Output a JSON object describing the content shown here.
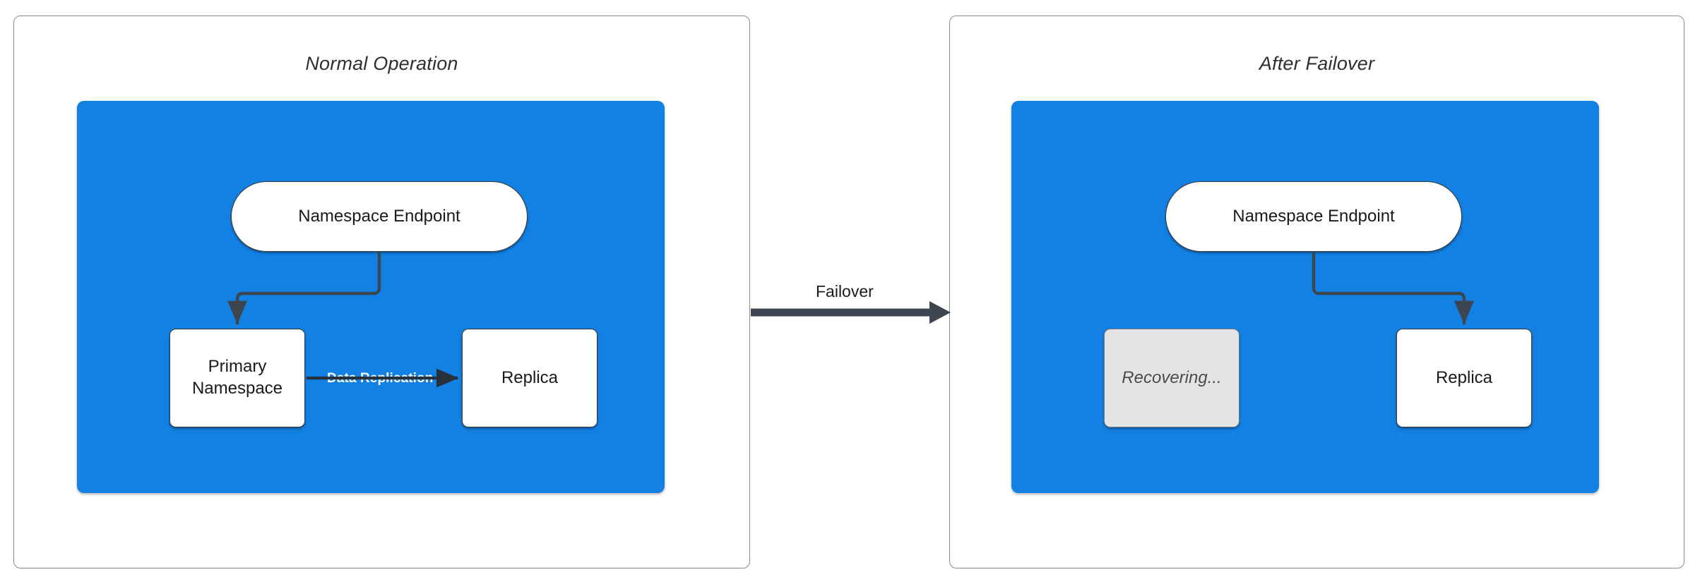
{
  "diagram": {
    "title_left": "Normal Operation",
    "title_right": "After Failover",
    "transition_label": "Failover",
    "colors": {
      "cluster_blue": "#1380E3",
      "node_white": "#FFFFFF",
      "node_muted_gray": "#E2E4E6",
      "edge_dark": "#3C4550",
      "panel_border": "#8A8A8A",
      "title_text": "#2F2F2F",
      "edge_label_white": "#FFFFFF"
    }
  },
  "panels": [
    {
      "id": "normal-operation",
      "title": "Normal Operation",
      "nodes": [
        {
          "id": "endpoint",
          "label": "Namespace Endpoint",
          "shape": "stadium",
          "state": "active"
        },
        {
          "id": "primary",
          "label": "Primary\nNamespace",
          "shape": "rect",
          "state": "active"
        },
        {
          "id": "replica",
          "label": "Replica",
          "shape": "rect",
          "state": "active"
        }
      ],
      "edges": [
        {
          "from": "endpoint",
          "to": "primary",
          "label": ""
        },
        {
          "from": "primary",
          "to": "replica",
          "label": "Data Replication"
        }
      ]
    },
    {
      "id": "after-failover",
      "title": "After Failover",
      "nodes": [
        {
          "id": "endpoint",
          "label": "Namespace Endpoint",
          "shape": "stadium",
          "state": "active"
        },
        {
          "id": "recovering",
          "label": "Recovering...",
          "shape": "rect",
          "state": "muted"
        },
        {
          "id": "replica",
          "label": "Replica",
          "shape": "rect",
          "state": "active"
        }
      ],
      "edges": [
        {
          "from": "endpoint",
          "to": "replica",
          "label": ""
        }
      ]
    }
  ],
  "labels": {
    "namespace_endpoint": "Namespace Endpoint",
    "primary_namespace_line1": "Primary",
    "primary_namespace_line2": "Namespace",
    "replica": "Replica",
    "recovering": "Recovering...",
    "data_replication": "Data Replication",
    "failover": "Failover"
  }
}
